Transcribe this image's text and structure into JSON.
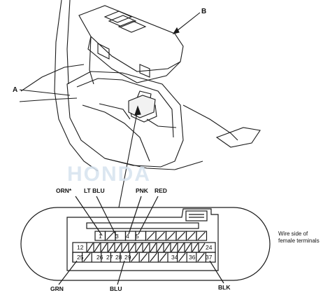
{
  "callouts": {
    "A": "A",
    "B": "B"
  },
  "watermark": {
    "text": "HONDA"
  },
  "wire_labels": {
    "orn": "ORN*",
    "lt_blu": "LT BLU",
    "pnk": "PNK",
    "red": "RED",
    "grn": "GRN",
    "blu": "BLU",
    "blk": "BLK"
  },
  "note": {
    "line1": "Wire side of",
    "line2": "female terminals"
  },
  "connector": {
    "top_row": [
      "1",
      "",
      "3",
      "4",
      "5",
      "",
      "",
      "",
      "",
      "",
      ""
    ],
    "middle_left": "12",
    "middle_right": "24",
    "bottom_row": [
      "25",
      "",
      "26",
      "27",
      "28",
      "29",
      "",
      "",
      "",
      "",
      "34",
      "",
      "36",
      "",
      "37"
    ]
  },
  "colors": {
    "line": "#1a1a1a",
    "watermark": "#c9d9ea"
  }
}
